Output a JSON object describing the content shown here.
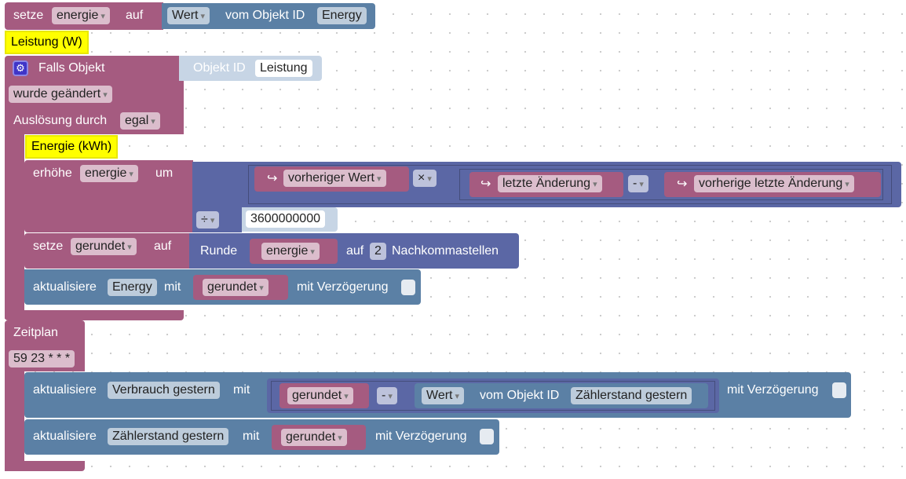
{
  "blocks": {
    "set_energie": {
      "prefix": "setze",
      "variable": "energie",
      "middle": "auf",
      "value_field": "Wert",
      "object_label": "vom Objekt ID",
      "object_id": "Energy"
    },
    "comment_leistung": "Leistung (W)",
    "trigger": {
      "title": "Falls Objekt",
      "object_label": "Objekt ID",
      "object_id": "Leistung",
      "condition": "wurde geändert",
      "trigger_label": "Auslösung durch",
      "trigger_value": "egal"
    },
    "comment_energie": "Energie (kWh)",
    "increase": {
      "label": "erhöhe",
      "variable": "energie",
      "by_label": "um",
      "prev_value": "vorheriger Wert",
      "mul_op": "×",
      "last_change": "letzte Änderung",
      "minus_op": "-",
      "prev_last_change": "vorherige letzte Änderung",
      "div_op": "÷",
      "divisor": "3600000000"
    },
    "set_gerundet": {
      "prefix": "setze",
      "variable": "gerundet",
      "middle": "auf",
      "round_label": "Runde",
      "round_var": "energie",
      "to_label": "auf",
      "digits": "2",
      "digits_label": "Nachkommastellen"
    },
    "update_energy": {
      "label": "aktualisiere",
      "object": "Energy",
      "with_label": "mit",
      "variable": "gerundet",
      "delay_label": "mit Verzögerung"
    },
    "schedule": {
      "title": "Zeitplan",
      "cron": "59 23 * * *"
    },
    "update_consumption": {
      "label": "aktualisiere",
      "object": "Verbrauch gestern",
      "with_label": "mit",
      "variable": "gerundet",
      "minus_op": "-",
      "value_field": "Wert",
      "object_label": "vom Objekt ID",
      "object_id": "Zählerstand gestern",
      "delay_label": "mit Verzögerung"
    },
    "update_meter": {
      "label": "aktualisiere",
      "object": "Zählerstand gestern",
      "with_label": "mit",
      "variable": "gerundet",
      "delay_label": "mit Verzögerung"
    }
  },
  "colors": {
    "variable_block": "#a55b80",
    "iobroker_block": "#5b80a5",
    "math_block": "#5b67a5",
    "comment": "#ffff00",
    "trigger_icon": "#3f35c8"
  },
  "icons": {
    "trigger_icon": "gear-icon"
  }
}
